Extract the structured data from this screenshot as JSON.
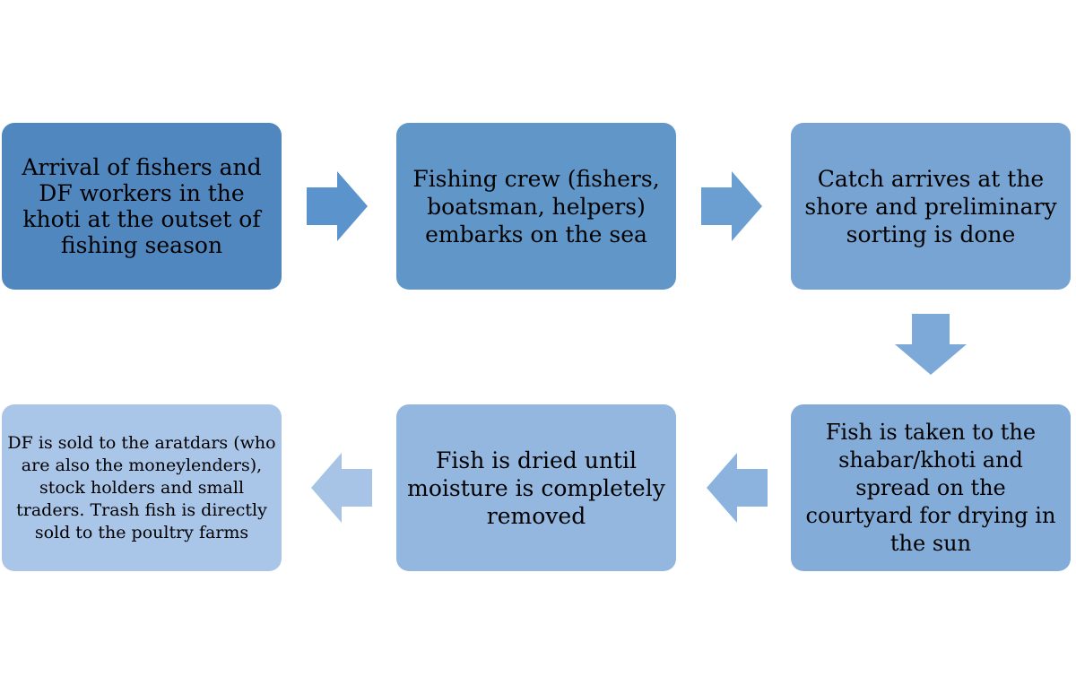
{
  "steps": [
    {
      "text": "Arrival of fishers and DF workers  in the khoti at the outset of fishing season",
      "color": "#5187bf"
    },
    {
      "text": "Fishing crew (fishers, boatsman, helpers) embarks on the sea",
      "color": "#6096c8"
    },
    {
      "text": "Catch arrives at the shore and preliminary sorting is done",
      "color": "#77a4d2"
    },
    {
      "text": "Fish is taken to the shabar/khoti and spread on the courtyard for drying in the sun",
      "color": "#84acd8"
    },
    {
      "text": "Fish is dried until moisture is completely removed",
      "color": "#93b7de"
    },
    {
      "text": "DF is sold to the aratdars (who are also the moneylenders), stock holders and small traders. Trash fish is directly sold to the poultry farms",
      "color": "#a9c5e8"
    }
  ],
  "arrow_colors": [
    "#5b93cc",
    "#6c9fd1",
    "#7ca9d8",
    "#8cb3de",
    "#a7c3e6"
  ]
}
